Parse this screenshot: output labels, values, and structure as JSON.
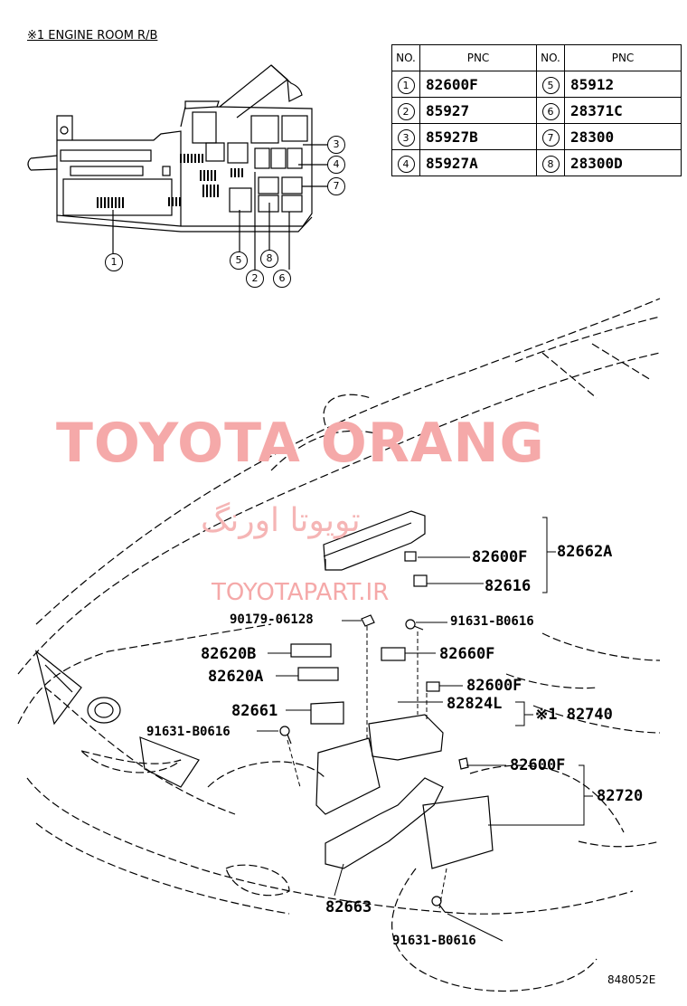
{
  "title": "※1 ENGINE ROOM R/B",
  "table": {
    "headers": [
      "NO.",
      "PNC",
      "NO.",
      "PNC"
    ],
    "rows": [
      {
        "n1": "1",
        "p1": "82600F",
        "n2": "5",
        "p2": "85912"
      },
      {
        "n1": "2",
        "p1": "85927",
        "n2": "6",
        "p2": "28371C"
      },
      {
        "n1": "3",
        "p1": "85927B",
        "n2": "7",
        "p2": "28300"
      },
      {
        "n1": "4",
        "p1": "85927A",
        "n2": "8",
        "p2": "28300D"
      }
    ]
  },
  "callouts": [
    "1",
    "2",
    "3",
    "4",
    "5",
    "6",
    "7",
    "8"
  ],
  "watermark": {
    "main": "TOYOTA ORANG",
    "persian": "تویوتا اورنگ",
    "site": "TOYOTAPART.IR"
  },
  "labels": {
    "p82662A": "82662A",
    "p82600F_a": "82600F",
    "p82616": "82616",
    "p90179": "90179-06128",
    "p91631_a": "91631-B0616",
    "p82620B": "82620B",
    "p82660F": "82660F",
    "p82620A": "82620A",
    "p82600F_b": "82600F",
    "p82661": "82661",
    "p82824L": "82824L",
    "p82740": "※1 82740",
    "p91631_b": "91631-B0616",
    "p82600F_c": "82600F",
    "p82720": "82720",
    "p82663": "82663",
    "p91631_c": "91631-B0616"
  },
  "diagram_code": "848052E"
}
